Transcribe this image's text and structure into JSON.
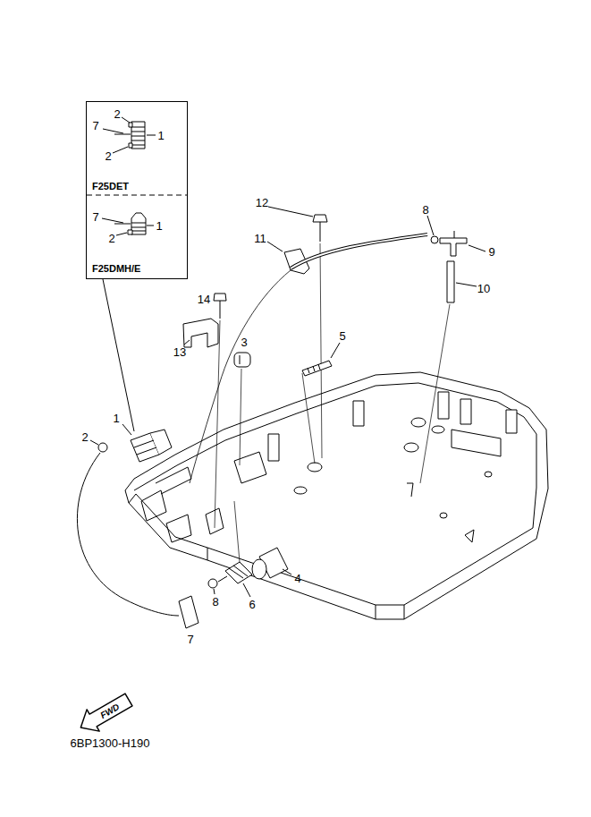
{
  "diagram": {
    "nodes": [
      {
        "text": [
          "F25DET",
          "F25DMH/E"
        ]
      }
    ],
    "labels": [
      "7",
      "2",
      "1",
      "2",
      "7",
      "2",
      "1",
      "12",
      "8",
      "11",
      "9",
      "10",
      "14",
      "3",
      "5",
      "13",
      "1",
      "2",
      "4",
      "6",
      "8",
      "7",
      "FWD",
      "6BP1300-H190"
    ]
  }
}
